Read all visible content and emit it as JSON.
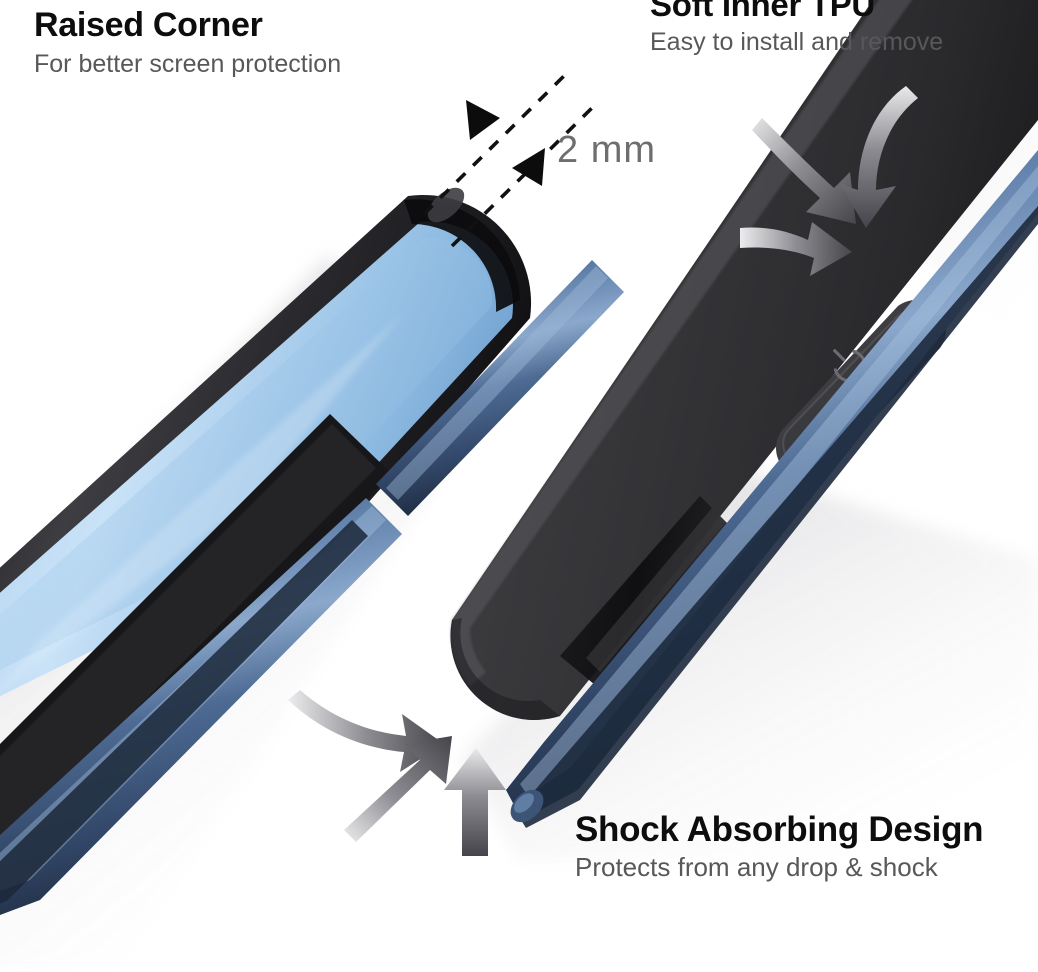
{
  "page": {
    "type": "product-feature-infographic",
    "subject": "smartphone protective case",
    "background_color": "#ffffff"
  },
  "callouts": [
    {
      "id": "raised-corner",
      "title": "Raised Corner",
      "subtitle": "For better screen protection",
      "title_color": "#0d0d0d",
      "subtitle_color": "#58585a",
      "position": "top-left"
    },
    {
      "id": "soft-inner-tpu",
      "title": "Soft Inner TPU",
      "subtitle": "Easy to install and remove",
      "title_color": "#0d0d0d",
      "subtitle_color": "#58585a",
      "position": "top-right"
    },
    {
      "id": "shock-absorbing-design",
      "title": "Shock Absorbing Design",
      "subtitle": "Protects from any drop & shock",
      "title_color": "#0d0d0d",
      "subtitle_color": "#58585a",
      "position": "bottom-right"
    }
  ],
  "measurement": {
    "value": "2  mm",
    "color": "#6e6e70",
    "guide_style": "dashed",
    "arrowheads": 2,
    "describes": "raised lip height above screen"
  },
  "arrows": {
    "tpu_group_count": 3,
    "shock_group_count": 3,
    "color_dark": "#4a4a4c",
    "color_light": "#d8d8da"
  },
  "colors": {
    "phone_blue_light": "#bcd9f2",
    "phone_blue_mid": "#a3c9ea",
    "phone_blue_deep": "#7fb0dc",
    "rail_navy": "#46618a",
    "rail_navy_dark": "#2b3d59",
    "case_black": "#3a3a3c",
    "case_black_dark": "#232325",
    "shadow_gray": "#d5d5d7"
  },
  "icons": {
    "power_button": "⏻"
  }
}
